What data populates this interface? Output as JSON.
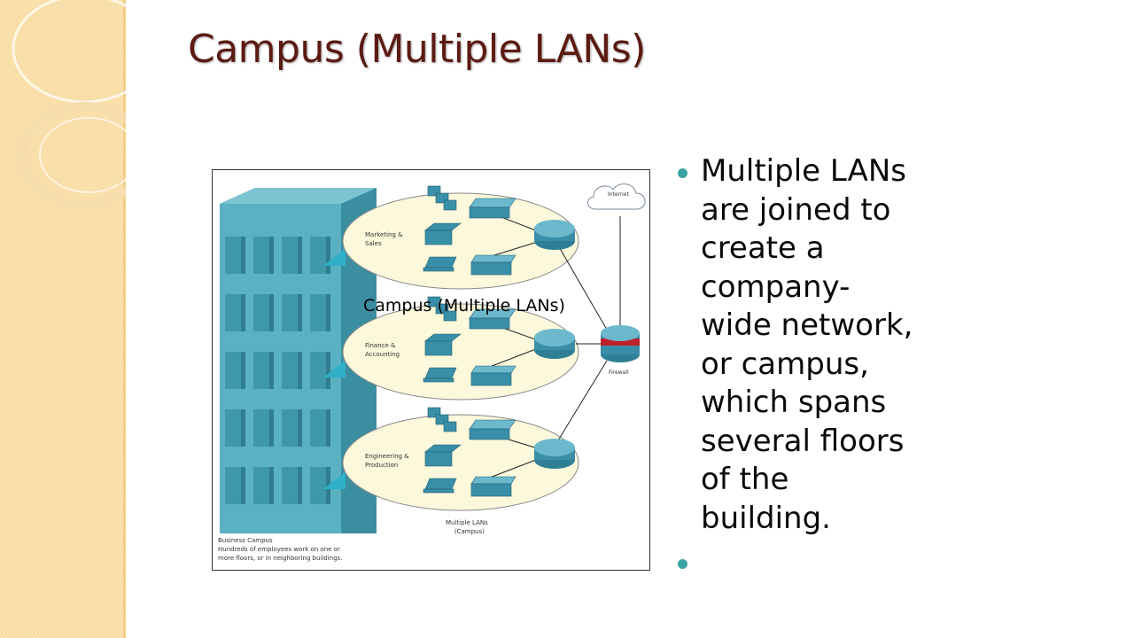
{
  "slide": {
    "title": "Campus (Multiple LANs)",
    "bullets": [
      "Multiple LANs are joined to create a company-wide network, or campus, which spans several floors of the building.",
      ""
    ]
  },
  "figure": {
    "overlay_caption": "Campus (Multiple LANs)",
    "departments": [
      {
        "line1": "Marketing &",
        "line2": "Sales"
      },
      {
        "line1": "Finance &",
        "line2": "Accounting"
      },
      {
        "line1": "Engineering &",
        "line2": "Production"
      }
    ],
    "internet_label": "Internet",
    "firewall_label": "Firewall",
    "multiple_lans_label": "Multiple LANs",
    "campus_label": "(Campus)",
    "business_campus_title": "Business Campus",
    "business_campus_line1": "Hundreds of employees work on one or",
    "business_campus_line2": "more floors, or in neighboring buildings."
  },
  "colors": {
    "title": "#5b1a12",
    "bullet": "#3aa2a2",
    "building": "#5aaebd",
    "ellipse": "#fbf8dc",
    "device": "#3a8fa8",
    "firewall_band": "#c0202a"
  }
}
